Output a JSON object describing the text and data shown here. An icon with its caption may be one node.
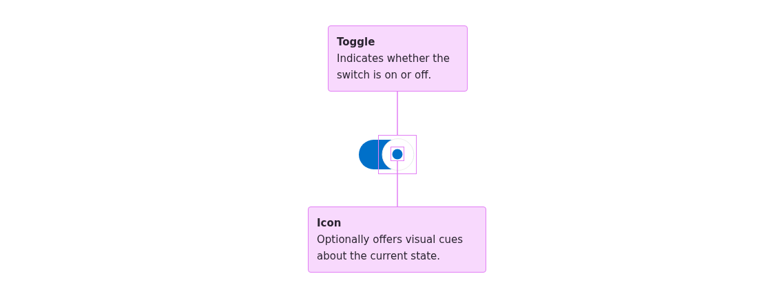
{
  "diagram": {
    "nodes": [
      {
        "text": [
          "Toggle",
          "Indicates whether the switch is on or off."
        ]
      },
      {
        "text": [
          "Icon",
          "Optionally offers visual cues about the current state."
        ]
      },
      {
        "text": [],
        "shape": "box"
      },
      {
        "text": [],
        "shape": "box",
        "in": 2
      }
    ],
    "edges": [
      {
        "from": 0,
        "to": 2,
        "arrow": "none"
      },
      {
        "from": 1,
        "to": 3,
        "arrow": "none"
      }
    ]
  }
}
